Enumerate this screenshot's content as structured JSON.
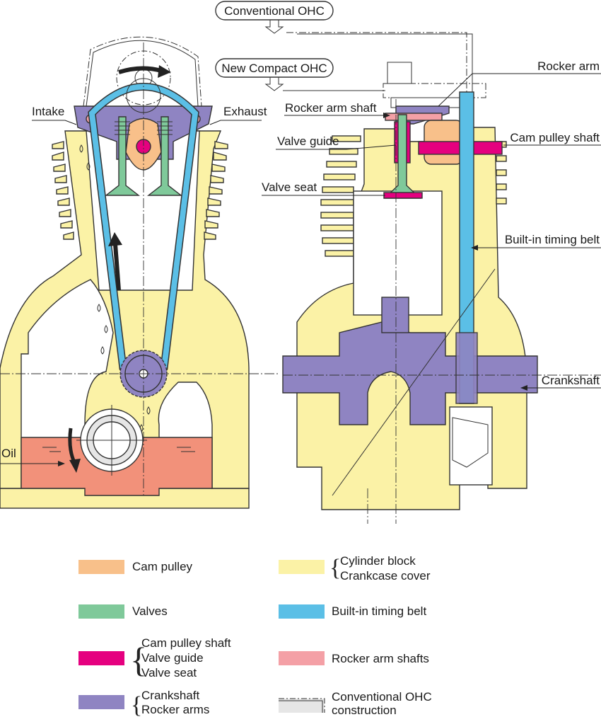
{
  "callouts": {
    "conventional_ohc": "Conventional OHC",
    "new_compact_ohc": "New Compact OHC"
  },
  "labels": {
    "intake": "Intake",
    "exhaust": "Exhaust",
    "oil": "Oil",
    "rocker_arm": "Rocker arm",
    "rocker_arm_shaft": "Rocker arm shaft",
    "valve_guide": "Valve guide",
    "cam_pulley_shaft": "Cam pulley shaft",
    "valve_seat": "Valve seat",
    "built_in_timing_belt": "Built-in timing belt",
    "crankshaft": "Crankshaft"
  },
  "legend": [
    {
      "key": "cam_pulley",
      "color": "#f8c08a",
      "lines": [
        "Cam pulley"
      ]
    },
    {
      "key": "cylinder_block",
      "color": "#fbf2a6",
      "lines": [
        "Cylinder block",
        "Crankcase cover"
      ]
    },
    {
      "key": "valves",
      "color": "#7fc99a",
      "lines": [
        "Valves"
      ]
    },
    {
      "key": "timing_belt",
      "color": "#5bbfe6",
      "lines": [
        "Built-in timing belt"
      ]
    },
    {
      "key": "magenta_parts",
      "color": "#e5007f",
      "lines": [
        "Cam pulley shaft",
        "Valve guide",
        "Valve seat"
      ]
    },
    {
      "key": "rocker_shafts",
      "color": "#f4a0a6",
      "lines": [
        "Rocker arm shafts"
      ]
    },
    {
      "key": "purple_parts",
      "color": "#8f84c2",
      "lines": [
        "Crankshaft",
        "Rocker arms"
      ]
    },
    {
      "key": "conventional",
      "color": "#e6e6e6",
      "lines": [
        "Conventional OHC",
        "construction"
      ]
    }
  ],
  "colors": {
    "block": "#fbf2a6",
    "belt": "#5bbfe6",
    "purple": "#8f84c2",
    "magenta": "#e5007f",
    "cam": "#f8c08a",
    "valve": "#7fc99a",
    "oil": "#f2917a",
    "rocker_shaft": "#f4a0a6"
  }
}
